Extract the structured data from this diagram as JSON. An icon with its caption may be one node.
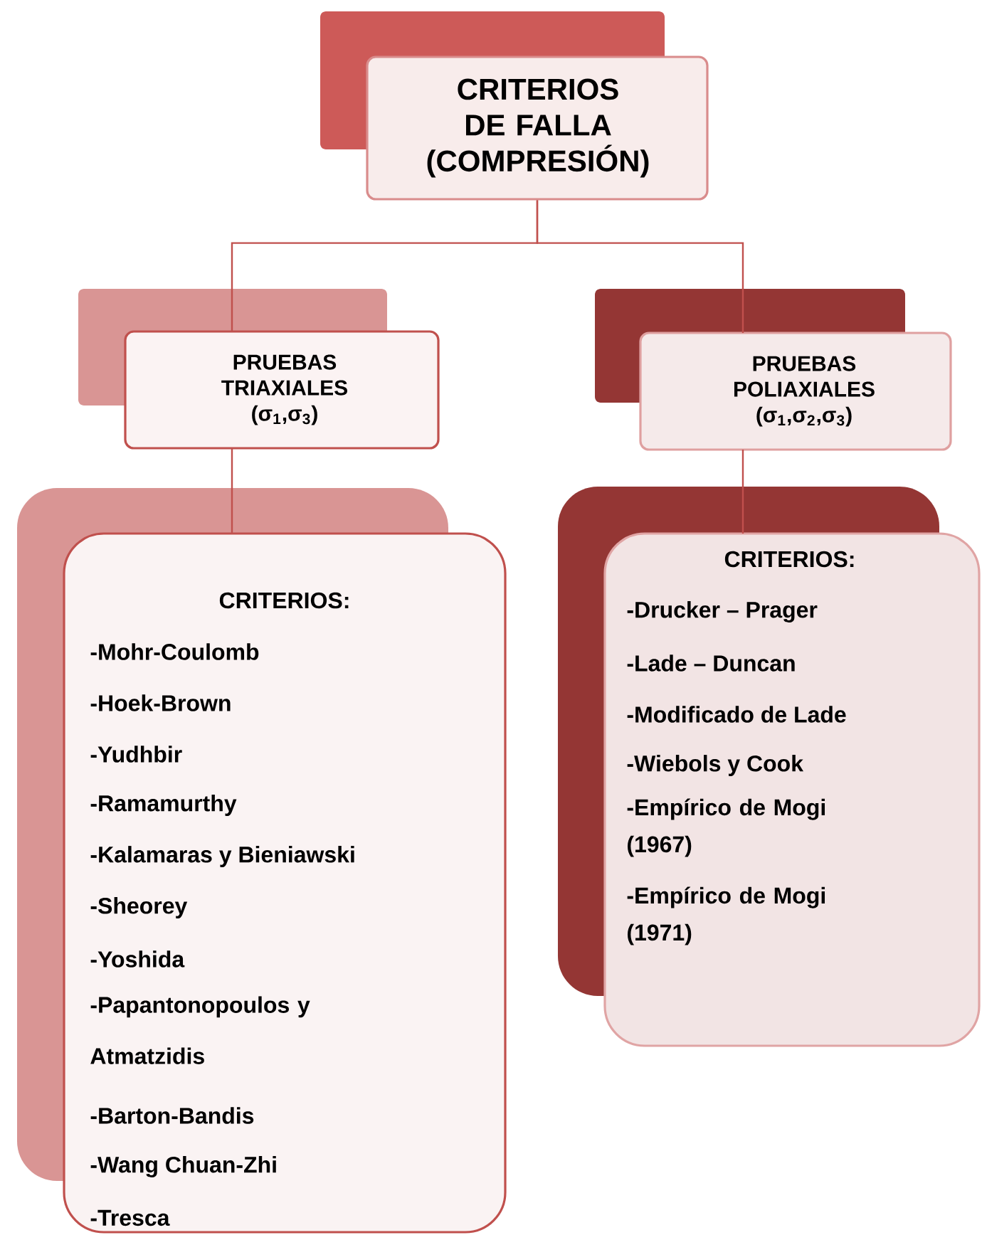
{
  "diagram": {
    "nodes": [
      {
        "text": [
          "CRITERIOS DE FALLA (COMPRESIÓN)"
        ]
      },
      {
        "text": [
          "PRUEBAS TRIAXIALES (σ$_{1}$,σ$_{3}$)"
        ]
      },
      {
        "text": [
          "PRUEBAS POLIAXIALES (σ$_{1}$,σ$_{2}$,σ$_{3}$)"
        ]
      },
      {
        "text": [
          "CRITERIOS:",
          "-Mohr-Coulomb",
          "-Hoek-Brown",
          "-Yudhbir",
          "-Ramamurthy",
          "-Kalamaras y Bieniawski",
          "-Sheorey",
          "-Yoshida",
          "-Papantonopoulos y Atmatzidis",
          "-Barton-Bandis",
          "-Wang Chuan-Zhi",
          "-Tresca"
        ]
      },
      {
        "text": [
          "CRITERIOS:",
          "-Drucker – Prager",
          "-Lade – Duncan",
          "-Modificado de Lade",
          "-Wiebols y Cook",
          "-Empírico de Mogi (1967)",
          "-Empírico de Mogi (1971)"
        ]
      }
    ],
    "edges": [
      {
        "from": 0,
        "to": 1,
        "arrow": "none"
      },
      {
        "from": 0,
        "to": 2,
        "arrow": "none"
      },
      {
        "from": 1,
        "to": 3,
        "arrow": "none"
      },
      {
        "from": 2,
        "to": 4,
        "arrow": "none"
      }
    ]
  }
}
